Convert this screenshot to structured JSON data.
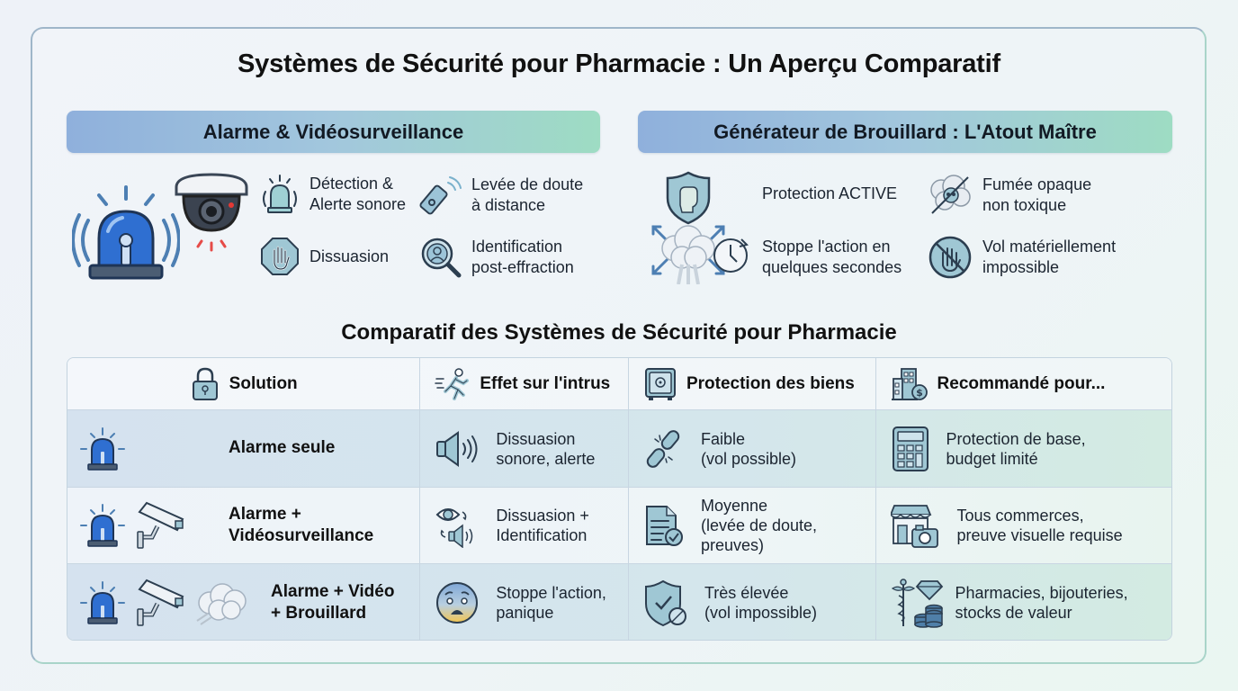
{
  "title": "Systèmes de Sécurité pour Pharmacie : Un Aperçu Comparatif",
  "sections": {
    "left": {
      "banner": "Alarme & Vidéosurveillance",
      "hero_icons": [
        "alarm-siren-icon",
        "dome-camera-icon"
      ],
      "features": [
        {
          "icon": "siren-sound-icon",
          "line1": "Détection &",
          "line2": "Alerte sonore"
        },
        {
          "icon": "remote-phone-icon",
          "line1": "Levée de doute",
          "line2": "à distance"
        },
        {
          "icon": "stop-hand-icon",
          "line1": "Dissuasion",
          "line2": ""
        },
        {
          "icon": "magnifier-person-icon",
          "line1": "Identification",
          "line2": "post-effraction"
        }
      ]
    },
    "right": {
      "banner": "Générateur de Brouillard : L'Atout Maître",
      "hero_icons": [
        "shield-fist-icon",
        "fog-burst-icon",
        "clock-icon"
      ],
      "features": [
        {
          "icon": "shield-fist-icon",
          "line1": "Protection ACTIVE",
          "line2": ""
        },
        {
          "icon": "non-toxic-smoke-icon",
          "line1": "Fumée opaque",
          "line2": "non toxique"
        },
        {
          "icon": "clock-icon",
          "line1": "Stoppe l'action en",
          "line2": "quelques secondes"
        },
        {
          "icon": "no-hand-icon",
          "line1": "Vol matériellement",
          "line2": "impossible"
        }
      ]
    }
  },
  "comparison": {
    "title": "Comparatif des Systèmes de Sécurité pour Pharmacie",
    "headers": [
      {
        "label": "Solution",
        "icon": "padlock-icon"
      },
      {
        "label": "Effet sur l'intrus",
        "icon": "running-man-icon"
      },
      {
        "label": "Protection des biens",
        "icon": "safe-icon"
      },
      {
        "label": "Recommandé pour...",
        "icon": "buildings-money-icon"
      }
    ],
    "rows": [
      {
        "solution": {
          "line1": "Alarme seule",
          "line2": "",
          "icons": [
            "alarm-siren-icon"
          ]
        },
        "effect": {
          "line1": "Dissuasion",
          "line2": "sonore, alerte",
          "icon": "speaker-icon"
        },
        "protection": {
          "line1": "Faible",
          "line2": "(vol possible)",
          "line3": "",
          "icon": "broken-chain-icon"
        },
        "recommended": {
          "line1": "Protection de base,",
          "line2": "budget limité",
          "icon": "calculator-icon"
        }
      },
      {
        "solution": {
          "line1": "Alarme +",
          "line2": "Vidéosurveillance",
          "icons": [
            "alarm-siren-icon",
            "cctv-camera-icon"
          ]
        },
        "effect": {
          "line1": "Dissuasion +",
          "line2": "Identification",
          "icon": "eye-speaker-icon"
        },
        "protection": {
          "line1": "Moyenne",
          "line2": "(levée de doute,",
          "line3": "preuves)",
          "icon": "document-check-icon"
        },
        "recommended": {
          "line1": "Tous commerces,",
          "line2": "preuve visuelle requise",
          "icon": "store-camera-icon"
        }
      },
      {
        "solution": {
          "line1": "Alarme + Vidéo",
          "line2": "+ Brouillard",
          "icons": [
            "alarm-siren-icon",
            "cctv-camera-icon",
            "fog-cloud-icon"
          ]
        },
        "effect": {
          "line1": "Stoppe l'action,",
          "line2": "panique",
          "icon": "scared-face-icon"
        },
        "protection": {
          "line1": "Très élevée",
          "line2": "(vol impossible)",
          "line3": "",
          "icon": "shield-check-icon"
        },
        "recommended": {
          "line1": "Pharmacies, bijouteries,",
          "line2": "stocks de valeur",
          "icon": "caduceus-diamond-coins-icon"
        }
      }
    ]
  },
  "colors": {
    "banner_start": "#8fb0dc",
    "banner_end": "#9edcc3",
    "alarm_blue": "#2f6fd1",
    "camera_red": "#e53935",
    "icon_stroke": "#2c3e50",
    "icon_fill": "#9cc4d8"
  }
}
